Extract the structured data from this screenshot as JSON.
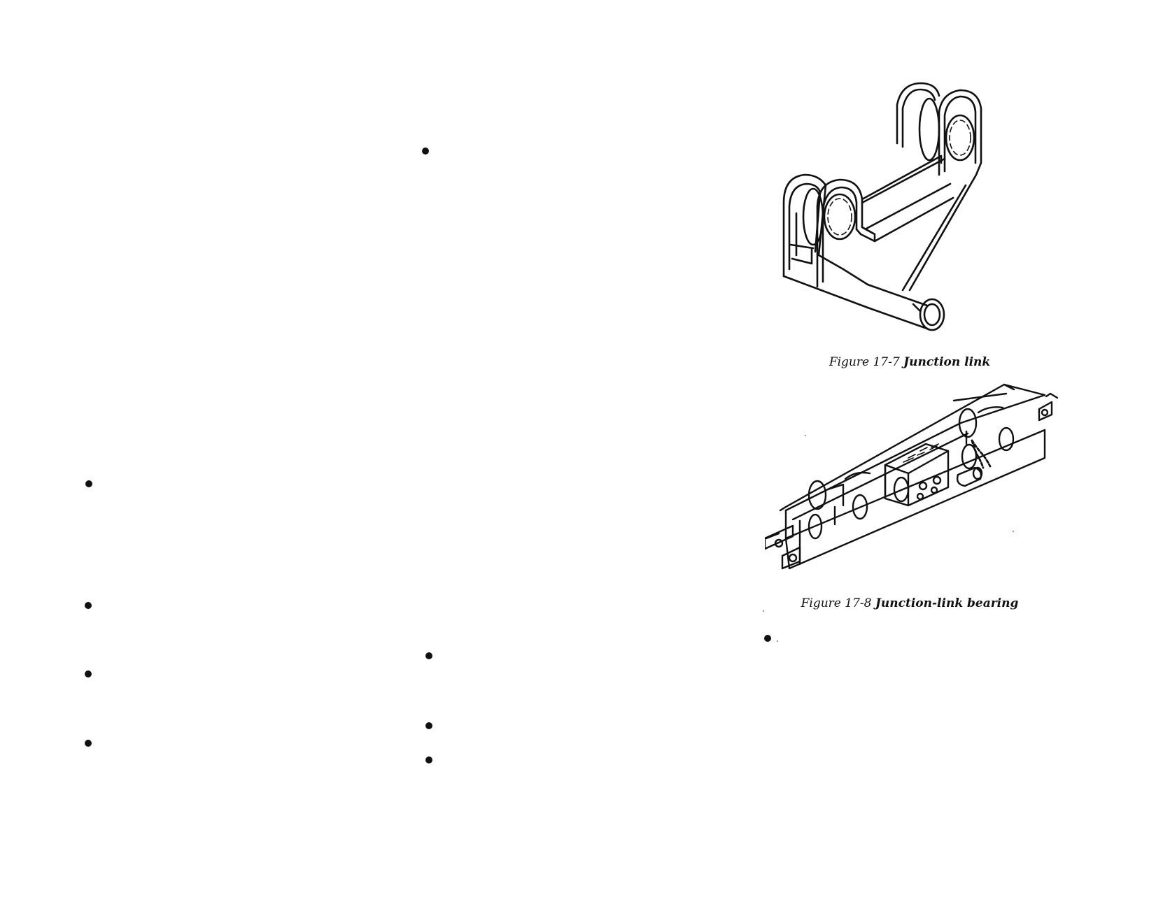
{
  "figures": [
    {
      "number": "Figure 17-7",
      "title": "Junction link"
    },
    {
      "number": "Figure 17-8",
      "title": "Junction-link bearing"
    }
  ],
  "colors": {
    "ink": "#111111",
    "paper": "#ffffff"
  }
}
